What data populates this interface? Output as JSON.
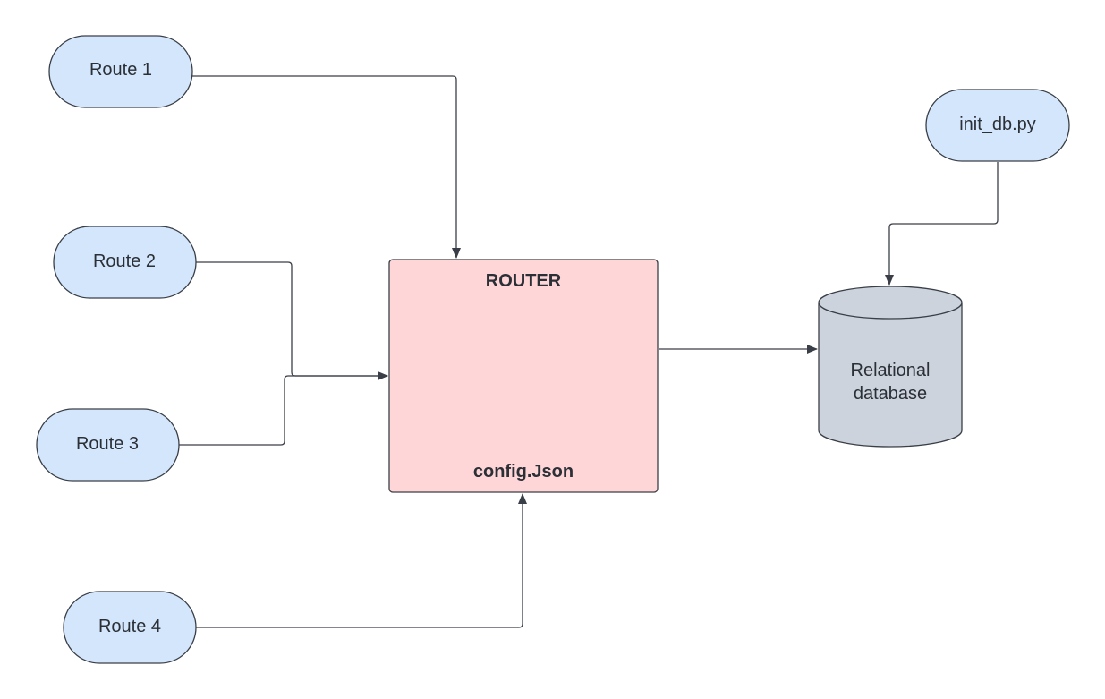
{
  "colors": {
    "route_fill": "#d4e6fc",
    "router_fill": "#ffd6d8",
    "database_fill": "#ccd3dc",
    "stroke": "#3a3f47",
    "text": "#2b2f36"
  },
  "nodes": {
    "route1": "Route 1",
    "route2": "Route 2",
    "route3": "Route 3",
    "route4": "Route 4",
    "init_db": "init_db.py",
    "router_title": "ROUTER",
    "router_config": "config.Json",
    "database_line1": "Relational",
    "database_line2": "database"
  },
  "edges": [
    {
      "from": "Route 1",
      "to": "ROUTER"
    },
    {
      "from": "Route 2",
      "to": "ROUTER"
    },
    {
      "from": "Route 3",
      "to": "ROUTER"
    },
    {
      "from": "Route 4",
      "to": "ROUTER"
    },
    {
      "from": "ROUTER",
      "to": "Relational database"
    },
    {
      "from": "init_db.py",
      "to": "Relational database"
    }
  ]
}
